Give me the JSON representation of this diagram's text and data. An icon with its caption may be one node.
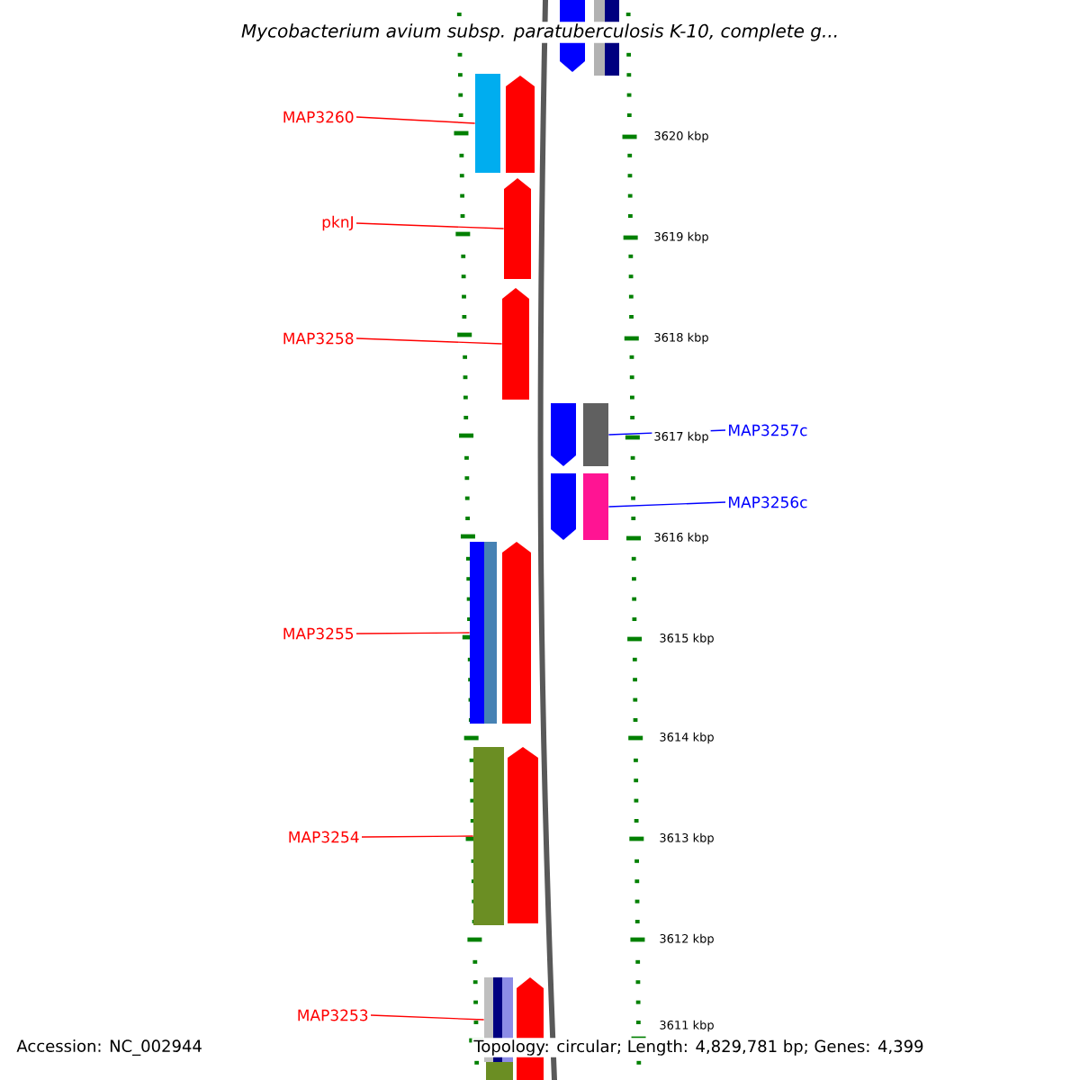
{
  "diagram": {
    "title": "Mycobacterium avium subsp. paratuberculosis K-10, complete g...",
    "nodes": [
      {
        "text": [
          "MAP3260"
        ]
      },
      {
        "text": [
          "pknJ"
        ]
      },
      {
        "text": [
          "MAP3258"
        ]
      },
      {
        "text": [
          "MAP3257c"
        ]
      },
      {
        "text": [
          "MAP3256c"
        ]
      },
      {
        "text": [
          "MAP3255"
        ]
      },
      {
        "text": [
          "MAP3254"
        ]
      },
      {
        "text": [
          "MAP3253"
        ]
      },
      {
        "text": [],
        "shape": "bar"
      },
      {
        "text": [],
        "shape": "arrow"
      },
      {
        "text": [],
        "shape": "arrow"
      },
      {
        "text": [],
        "shape": "bar"
      },
      {
        "text": [],
        "shape": "bar"
      },
      {
        "text": [],
        "shape": "bar"
      },
      {
        "text": [],
        "shape": "bar"
      },
      {
        "text": [],
        "shape": "bar"
      },
      {
        "text": [],
        "shape": "arrow"
      },
      {
        "text": [],
        "shape": "arrow"
      },
      {
        "text": [],
        "shape": "arrow"
      },
      {
        "text": [],
        "shape": "arrow"
      },
      {
        "text": [],
        "shape": "arrow"
      },
      {
        "text": [],
        "shape": "arrow"
      },
      {
        "text": [],
        "shape": "arrow"
      },
      {
        "text": [],
        "shape": "bar"
      },
      {
        "text": [],
        "shape": "bar"
      }
    ],
    "edges": [
      {
        "from": 0,
        "to": 8,
        "arrow": "none"
      },
      {
        "from": 1,
        "to": 9,
        "arrow": "none"
      },
      {
        "from": 2,
        "to": 10,
        "arrow": "none"
      },
      {
        "from": 3,
        "to": 11,
        "arrow": "none",
        "color": "#0000ff"
      },
      {
        "from": 4,
        "to": 12,
        "arrow": "none",
        "color": "#0000ff"
      },
      {
        "from": 5,
        "to": 13,
        "arrow": "none"
      },
      {
        "from": 6,
        "to": 14,
        "arrow": "none"
      },
      {
        "from": 7,
        "to": 15,
        "arrow": "none"
      }
    ],
    "labels": [
      "3620 kbp",
      "3619 kbp",
      "3618 kbp",
      "3617 kbp",
      "3616 kbp",
      "3615 kbp",
      "3614 kbp",
      "3613 kbp",
      "3612 kbp",
      "3611 kbp",
      "Accession: NC_002944",
      "Topology: circular; Length: 4,829,781 bp; Genes: 4,399"
    ]
  }
}
